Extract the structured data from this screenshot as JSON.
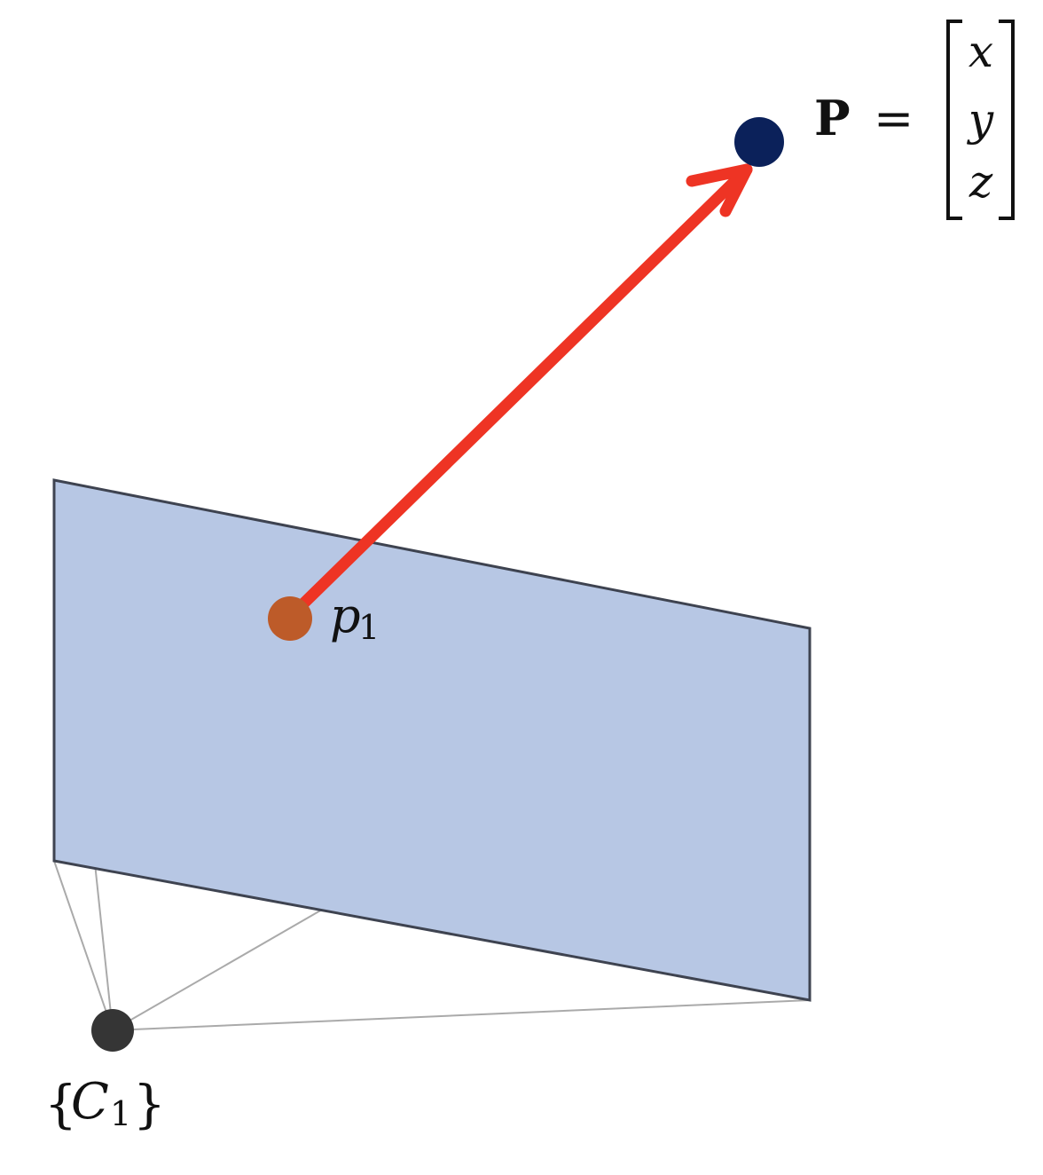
{
  "labels": {
    "point_symbol": "P",
    "equals": "=",
    "vector": [
      "x",
      "y",
      "z"
    ],
    "pixel_base": "p",
    "pixel_sub": "1",
    "camera_open": "{",
    "camera_base": "C",
    "camera_sub": "1",
    "camera_close": "}"
  },
  "colors": {
    "image_plane_fill": "#b7c7e4",
    "image_plane_stroke": "#3e4350",
    "frustum_lines": "#aaaaaa",
    "ray": "#ee3424",
    "point_3d": "#0b215a",
    "pixel_point": "#bd5b29",
    "camera_center": "#353535"
  }
}
